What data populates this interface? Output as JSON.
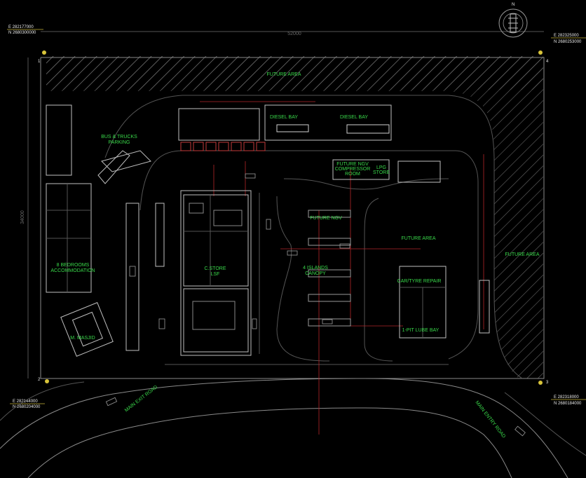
{
  "labels": {
    "dim_top": "52000",
    "dim_left": "34000",
    "coord_tl_e": "E 282177000",
    "coord_tl_n": "N 2680300000",
    "coord_tr_e": "E 282325000",
    "coord_tr_n": "N 2680253000",
    "coord_bl_e": "E 282144000",
    "coord_bl_n": "N 2680204000",
    "coord_br_e": "E 282318000",
    "coord_br_n": "N 2680184000",
    "corner_1": "1",
    "corner_2": "2",
    "corner_3": "3",
    "corner_4": "4",
    "north": "N",
    "future_area_top": "FUTURE AREA",
    "future_area_mid": "FUTURE AREA",
    "future_area_right": "FUTURE AREA",
    "diesel_bay_1": "DIESEL BAY",
    "diesel_bay_2": "DIESEL BAY",
    "bus_trucks_parking": "BUS & TRUCKS\nPARKING",
    "future_ngv_room": "FUTURE NGV\nCOMPRESSOR\nROOM",
    "lpg_store": "LPG\nSTORE",
    "future_ngv": "FUTURE NGV",
    "islands_canopy": "4 ISLANDS\nCANOPY",
    "cstore": "C.STORE\nLSF",
    "accommodation": "8 BEDROOMS\nACCOMMODATION",
    "masjid": "M. MASJID",
    "car_tyre_repair": "CAR/TYRE REPAIR",
    "lube_bay": "1-PIT LUBE BAY",
    "main_exit_road": "MAIN EXIT ROAD",
    "main_entry_road": "MAIN ENTRY ROAD"
  }
}
